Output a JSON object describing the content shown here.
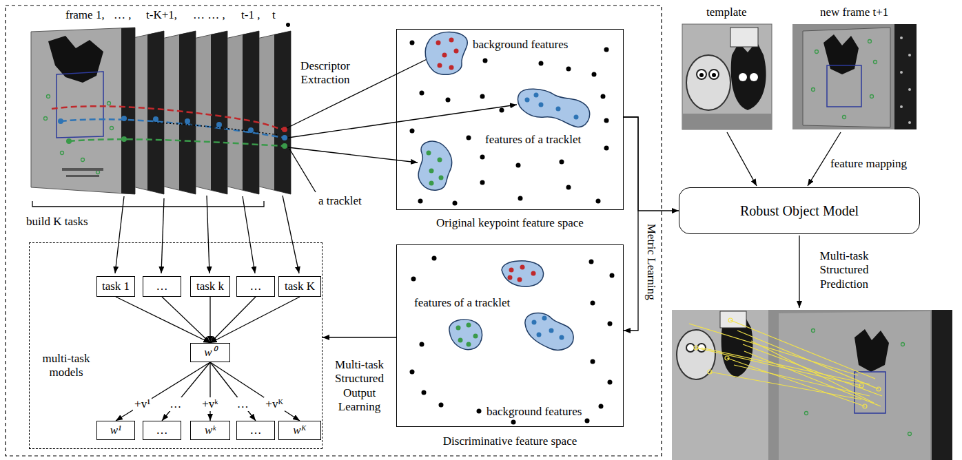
{
  "diagram": {
    "nodes": [
      {
        "text": [
          "multi-task models"
        ]
      },
      {
        "text": [
          "task 1"
        ],
        "in": 0
      },
      {
        "text": [
          "…"
        ],
        "in": 0
      },
      {
        "text": [
          "task k"
        ],
        "in": 0
      },
      {
        "text": [
          "…"
        ],
        "in": 0
      },
      {
        "text": [
          "task K"
        ],
        "in": 0
      },
      {
        "text": [
          "w⁰"
        ],
        "in": 0
      },
      {
        "text": [
          "w¹"
        ],
        "in": 0
      },
      {
        "text": [
          "…"
        ],
        "in": 0
      },
      {
        "text": [
          "wᵏ"
        ],
        "in": 0
      },
      {
        "text": [
          "…"
        ],
        "in": 0
      },
      {
        "text": [
          "wᴷ"
        ],
        "in": 0
      },
      {
        "text": [
          "background features",
          "features of a tracklet",
          "Original keypoint feature space"
        ]
      },
      {
        "text": [
          "features of a tracklet",
          "background features",
          "Discriminative feature space"
        ]
      },
      {
        "text": [
          "Robust Object Model"
        ]
      }
    ],
    "edges": [
      {
        "from": 1,
        "to": 6,
        "arrow": "to"
      },
      {
        "from": 2,
        "to": 6,
        "arrow": "to"
      },
      {
        "from": 3,
        "to": 6,
        "arrow": "to"
      },
      {
        "from": 4,
        "to": 6,
        "arrow": "to"
      },
      {
        "from": 5,
        "to": 6,
        "arrow": "to"
      },
      {
        "from": 6,
        "to": 7,
        "arrow": "to",
        "label": "+v¹"
      },
      {
        "from": 6,
        "to": 8,
        "arrow": "to",
        "label": "…"
      },
      {
        "from": 6,
        "to": 9,
        "arrow": "to",
        "label": "+vᵏ"
      },
      {
        "from": 6,
        "to": 10,
        "arrow": "to",
        "label": "…"
      },
      {
        "from": 6,
        "to": 11,
        "arrow": "to",
        "label": "+vᴷ"
      },
      {
        "from": 12,
        "to": 13,
        "arrow": "to",
        "label": "Metric Learning"
      },
      {
        "from": 12,
        "to": 14,
        "arrow": "to"
      },
      {
        "from": 13,
        "to": 0,
        "arrow": "to",
        "label": "Multi-task Structured Output Learning"
      }
    ],
    "labels": [
      "frame 1,",
      "… ,",
      "t-K+1,",
      "… … ,",
      "t-1 ,",
      "t",
      "Descriptor Extraction",
      "a tracklet",
      "build K tasks",
      "template",
      "new frame t+1",
      "feature mapping",
      "Multi-task Structured Prediction"
    ]
  }
}
